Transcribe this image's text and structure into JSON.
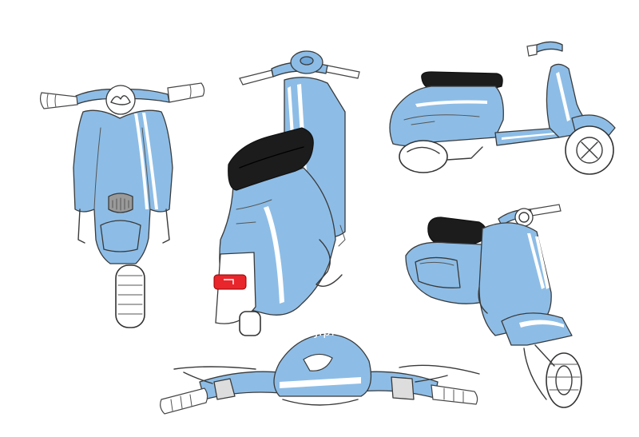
{
  "colors": {
    "body_blue": "#8dbde6",
    "body_blue_dark": "#6ea6d8",
    "seat_black": "#1c1c1c",
    "tail_light_red": "#e8262b",
    "outline": "#3a3a3a"
  },
  "views": [
    {
      "name": "front-view"
    },
    {
      "name": "rear-three-quarter-view"
    },
    {
      "name": "side-view"
    },
    {
      "name": "front-three-quarter-view"
    },
    {
      "name": "handlebar-detail"
    }
  ],
  "signature": "J.p."
}
